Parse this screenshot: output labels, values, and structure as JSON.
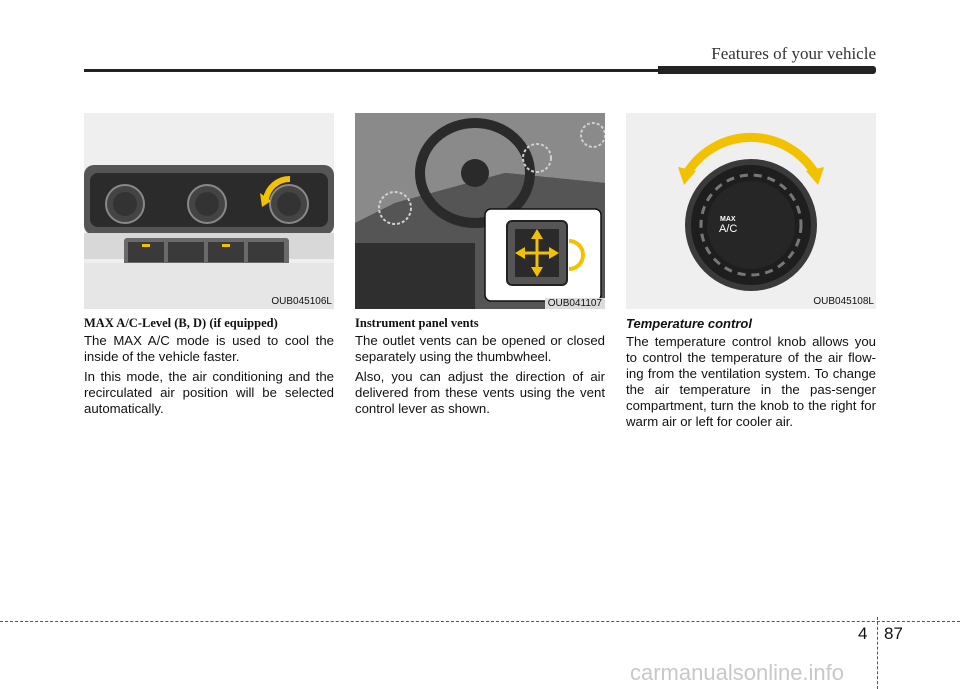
{
  "header": {
    "title": "Features of your vehicle"
  },
  "figures": [
    {
      "label": "OUB045106L"
    },
    {
      "label": "OUB041107"
    },
    {
      "label": "OUB045108L",
      "knob_text_1": "MAX",
      "knob_text_2": "A/C"
    }
  ],
  "columns": [
    {
      "heading": "MAX A/C-Level (B, D) (if equipped)",
      "paragraphs": [
        "The MAX A/C mode is used to cool the inside of the vehicle faster.",
        "In this mode, the air conditioning and the recirculated air position will be selected automatically."
      ]
    },
    {
      "heading": "Instrument panel vents",
      "paragraphs": [
        "The outlet vents can be opened or closed separately using the thumbwheel.",
        "Also, you can adjust the direction of air delivered from these vents using the vent control lever as shown."
      ]
    },
    {
      "heading": "Temperature control",
      "paragraphs": [
        "The temperature control knob allows you to control the temperature of the air flow-ing from the ventilation system. To change the air temperature in the pas-senger compartment, turn the knob to the right for warm air or left for cooler air."
      ]
    }
  ],
  "footer": {
    "chapter": "4",
    "page": "87",
    "watermark": "carmanualsonline.info"
  },
  "colors": {
    "arrow": "#f2c200",
    "rule": "#222222"
  }
}
